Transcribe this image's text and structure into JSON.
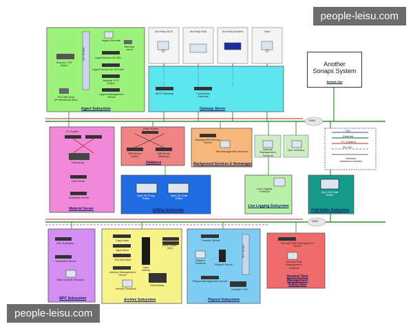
{
  "watermark": {
    "top": "people-leisu.com",
    "bottom": "people-leisu.com"
  },
  "remote_site": {
    "line1": "Another",
    "line2": "Sonaps System",
    "label": "Remote Site"
  },
  "wan": {
    "top": "WAN",
    "mid": "WAN"
  },
  "third_party": {
    "ncs": "3rd Party NCS",
    "nle": "3rd Party NLE",
    "archive": "3rd Party Archive",
    "vizrt": "Vizrt"
  },
  "subsystems": {
    "ingest": "Ingest Subsystem",
    "gateway": "Gateway Server",
    "material": "Material Server",
    "database": "Database",
    "background": "Background Services & Nomanager",
    "editing": "Editing Subsystem",
    "live_logging": "Live Logging Subsystem",
    "field_editor": "Field Editor Subsystem",
    "mpc": "MPC Subsystem",
    "archive": "Archive Subsystem",
    "playout": "Playout Subsystem",
    "gtm": "General Task Management Subsystem"
  },
  "devices": {
    "ingest": [
      "Sounce VTR (Tape)",
      "A/V Router",
      "Ingest Terminal",
      "Memory cards",
      "Ingest Device for SDI",
      "Ingest Device for XDCAM",
      "Backup VTR (Tape)",
      "XDCAM Deck (Professional Disc)",
      "Ingest Management Server"
    ],
    "gateway": [
      "MOS Gateway",
      "Conversion Gateway"
    ],
    "material": [
      "FC Switch",
      "Disk Array",
      "NAS Head",
      "Metadata Server"
    ],
    "database": [
      "Ether Switch",
      "DB Server (Main)",
      "DB Server (Backup)"
    ],
    "background": [
      "Background Service Server",
      "Net Management Terminal"
    ],
    "misc": [
      "Material Management Terminal",
      "User Interface"
    ],
    "editing": [
      "Sym XS Proxy Editor",
      "Sym XS Craft Editor"
    ],
    "live_logging": [
      "Live Logging Terminal"
    ],
    "field_editor": [
      "Sym XS Craft Editor"
    ],
    "mpc": [
      "EDL Evaluator",
      "Transform Server",
      "Task Console Terminal"
    ],
    "archive": [
      "Copy Actor",
      "Tape Actor",
      "XDCAM Actor",
      "Archive Management Server",
      "Archive Terminal",
      "Tape Library",
      "RAID (Near-line)",
      "ODA library"
    ],
    "playout": [
      "Transfer Server",
      "Playout Terminal",
      "Playout Server",
      "A/V Router",
      "Playout Management Server",
      "Compile VTR"
    ],
    "gtm": [
      "General Task Management Server",
      "General Task Management Terminal"
    ]
  },
  "legend": [
    "SDI",
    "Ethernet",
    "FC (Option)",
    "RS-422",
    "Network access/connection"
  ],
  "colors": {
    "ingest": "#9cf27a",
    "gateway": "#5ee6f0",
    "material": "#f08ad8",
    "database": "#f08383",
    "background": "#f7b77a",
    "editing": "#1f6de0",
    "live_logging": "#b9f0a8",
    "field_editor": "#169a8a",
    "mpc": "#d28ef0",
    "archive": "#f7f28a",
    "playout": "#7fcdf2",
    "gtm": "#f06b6b",
    "ethernet": "#2e8b2e",
    "sdi": "#c62828",
    "fc": "#7a2dbf"
  }
}
